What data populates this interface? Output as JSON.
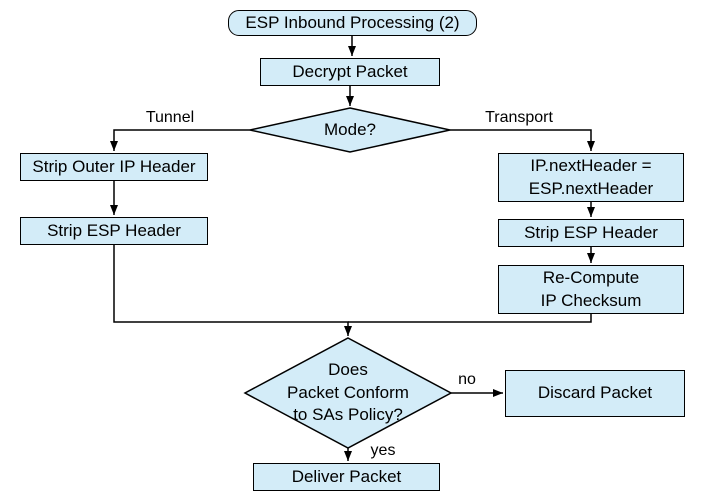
{
  "diagram": {
    "nodes": {
      "esp_inbound_title": "ESP Inbound Processing (2)",
      "decrypt": "Decrypt Packet",
      "mode": "Mode?",
      "strip_outer_ip": "Strip Outer IP Header",
      "strip_esp_left": "Strip ESP Header",
      "ip_next_header": "IP.nextHeader =\nESP.nextHeader",
      "strip_esp_right": "Strip ESP Header",
      "recompute_checksum": "Re-Compute\nIP Checksum",
      "policy_check": "Does\nPacket Conform\nto SAs Policy?",
      "discard": "Discard Packet",
      "deliver": "Deliver Packet"
    },
    "edge_labels": {
      "tunnel": "Tunnel",
      "transport": "Transport",
      "no": "no",
      "yes": "yes"
    },
    "colors": {
      "background": "#ffffff",
      "node_fill": "#d3ecf8",
      "node_border": "#000000",
      "connector": "#000000",
      "text": "#000000"
    }
  }
}
